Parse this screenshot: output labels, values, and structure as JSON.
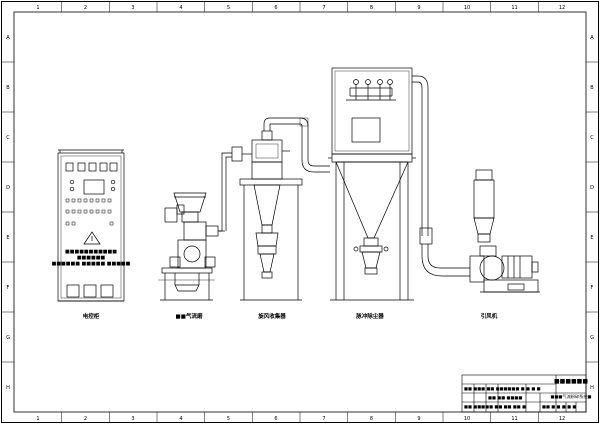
{
  "border": {
    "col_markers": [
      "1",
      "2",
      "3",
      "4",
      "5",
      "6",
      "7",
      "8",
      "9",
      "10",
      "11",
      "12"
    ],
    "row_markers": [
      "A",
      "B",
      "C",
      "D",
      "E",
      "F",
      "G",
      "H"
    ]
  },
  "panel": {
    "plate_line1": "■■■■■■■■■■■",
    "plate_line2": "■■■■■■",
    "plate_line3": "■■■■■■ ■■■■■ ■■■■■"
  },
  "captions": {
    "control_cabinet": "电控柜",
    "feeder_mill": "■■气流磨",
    "cyclone": "旋风收集器",
    "bag_filter": "脉冲除尘器",
    "fan": "引风机"
  },
  "title_block": {
    "company": "■■■■■■",
    "drawing_title": "■■■气流粉碎系统■",
    "row1": "■■ ■■■ ■■ ■■■■■■ ■ ■ ■ ■",
    "row2": "■■ ■■ ■■■■",
    "row3": "■■ ■■■■■ ■■ ■■ ■■ ■",
    "row4": "■■ ■ ■ ■ ■ ■"
  }
}
